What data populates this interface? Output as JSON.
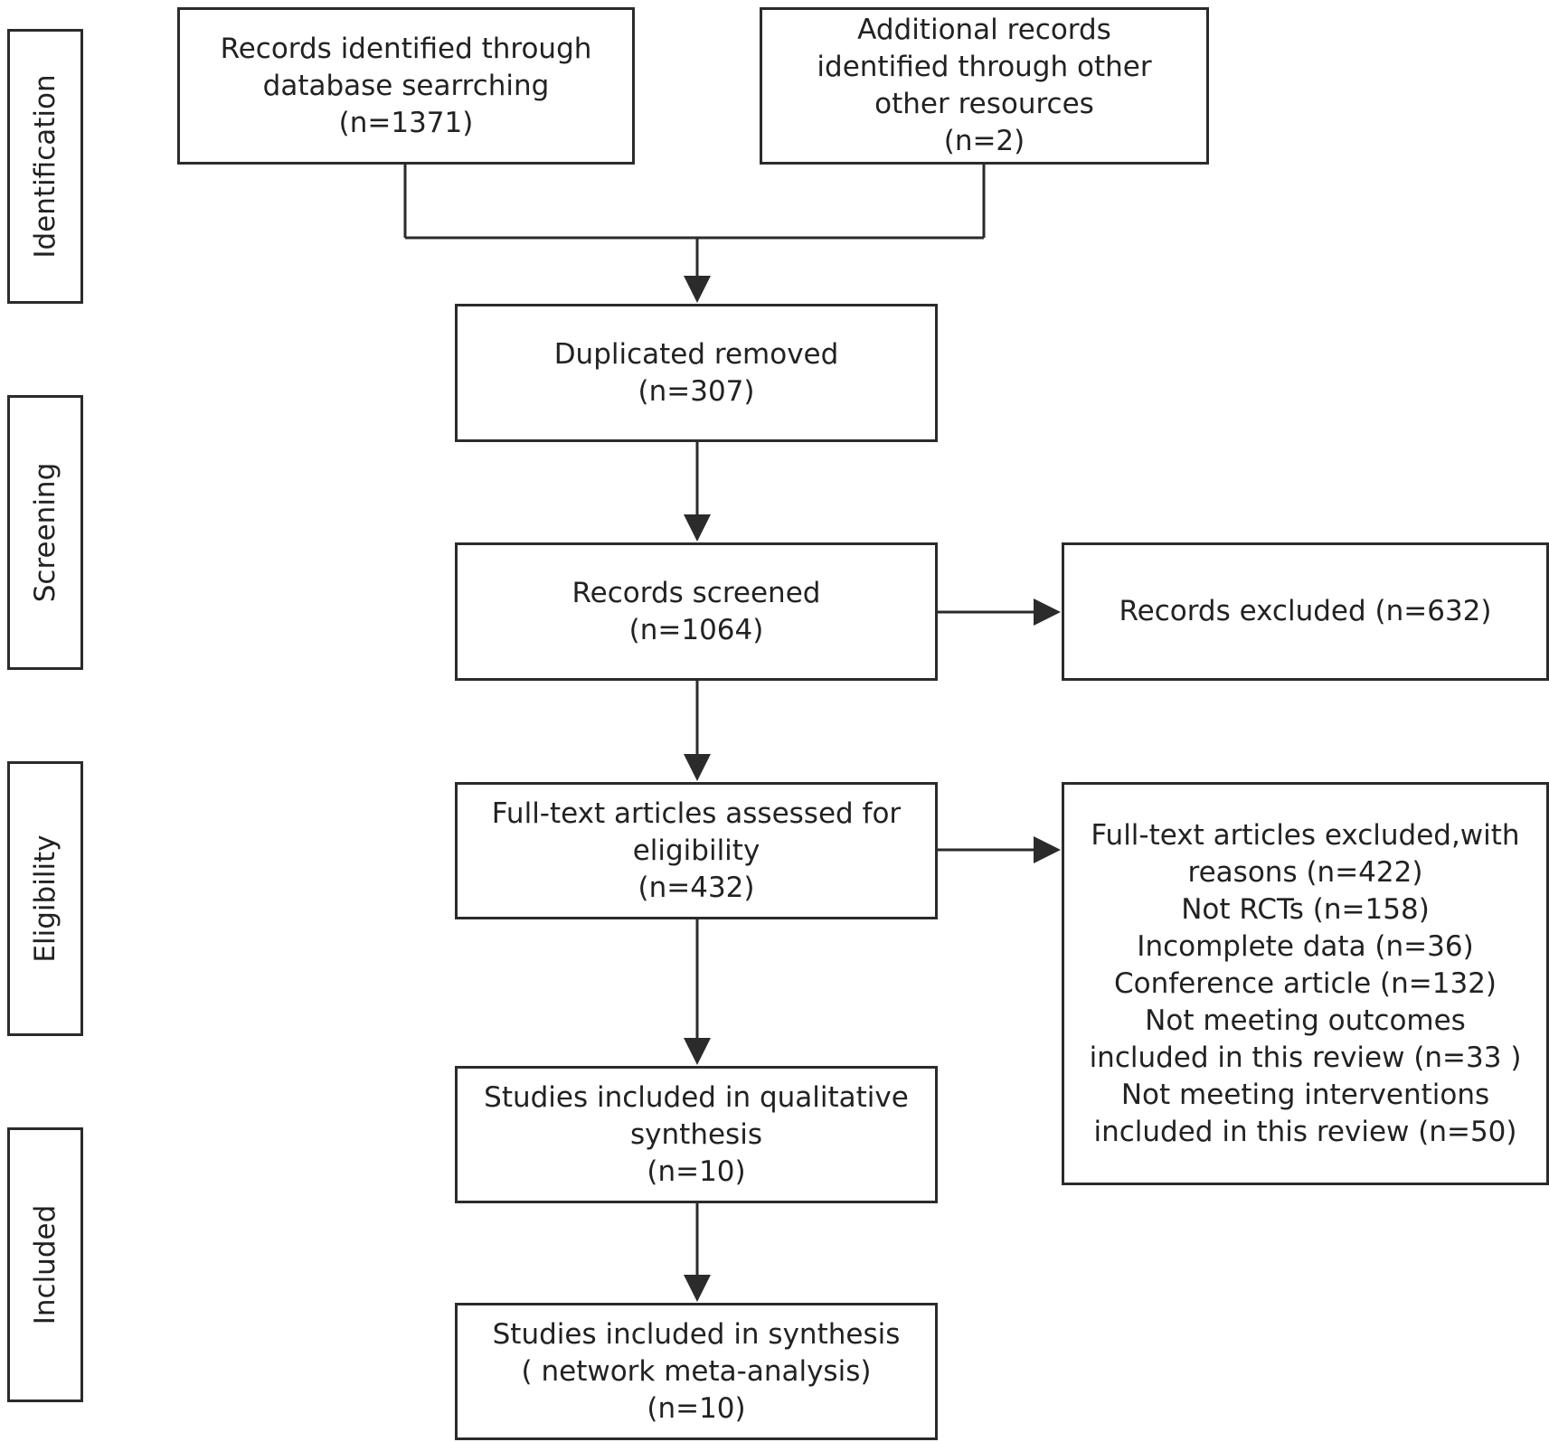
{
  "stages": {
    "identification": "Identification",
    "screening": "Screening",
    "eligibility": "Eligibility",
    "included": "Included"
  },
  "boxes": {
    "database_records": [
      "Records identified through",
      "database searrching",
      "(n=1371)"
    ],
    "other_records": [
      "Additional records",
      "identified through other",
      "other resources",
      "(n=2)"
    ],
    "duplicates_removed": [
      "Duplicated removed",
      "(n=307)"
    ],
    "records_screened": [
      "Records screened",
      "(n=1064)"
    ],
    "records_excluded": [
      "Records excluded (n=632)"
    ],
    "fulltext_assessed": [
      "Full-text articles assessed for",
      "eligibility",
      "(n=432)"
    ],
    "fulltext_excluded": [
      "Full-text articles excluded,with",
      "reasons (n=422)",
      "Not RCTs (n=158)",
      "Incomplete data (n=36)",
      "Conference article (n=132)",
      "Not meeting outcomes",
      "included in this review (n=33 )",
      "Not meeting interventions",
      "included in this review (n=50)"
    ],
    "qualitative_synthesis": [
      "Studies included in qualitative",
      "synthesis",
      "(n=10)"
    ],
    "network_synthesis": [
      "Studies included in synthesis",
      "( network meta-analysis)",
      "(n=10)"
    ]
  },
  "colors": {
    "line": "#2b2b2b",
    "text": "#222222",
    "background": "#ffffff"
  }
}
